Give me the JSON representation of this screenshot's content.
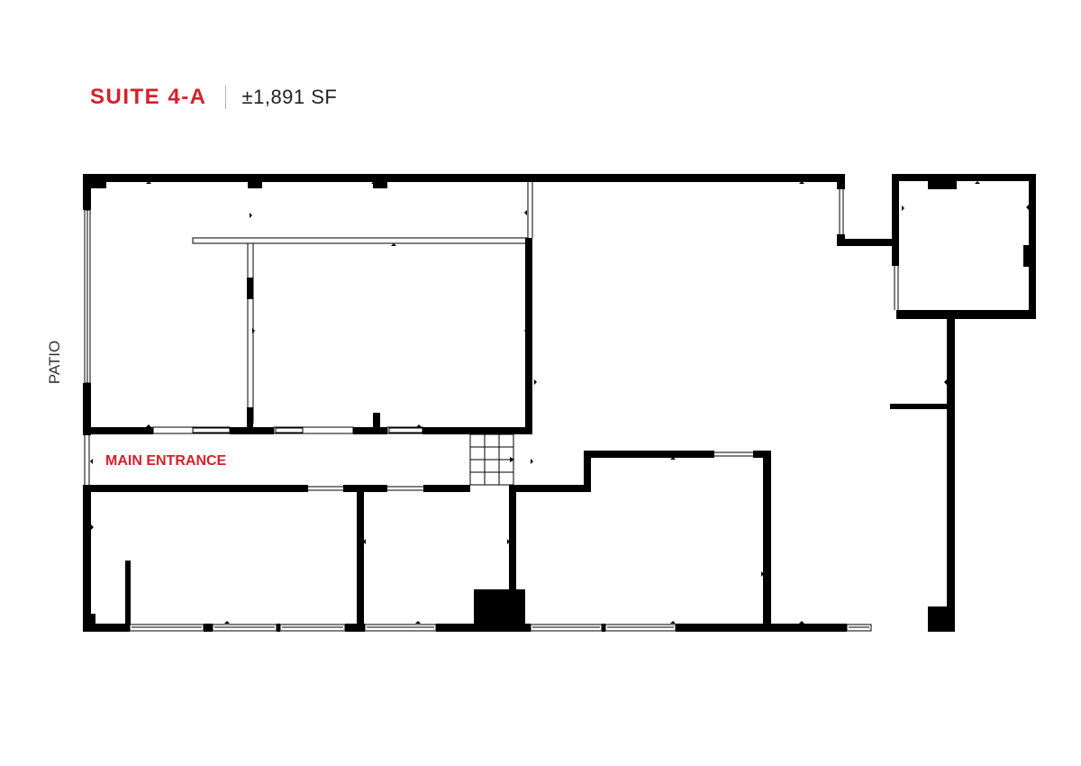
{
  "header": {
    "suite_name": "SUITE 4-A",
    "area": "±1,891 SF"
  },
  "labels": {
    "patio": "PATIO",
    "main_entrance": "MAIN ENTRANCE"
  },
  "colors": {
    "accent": "#d6202a",
    "wall": "#000000",
    "text": "#222222",
    "divider": "#b3b3b3"
  }
}
